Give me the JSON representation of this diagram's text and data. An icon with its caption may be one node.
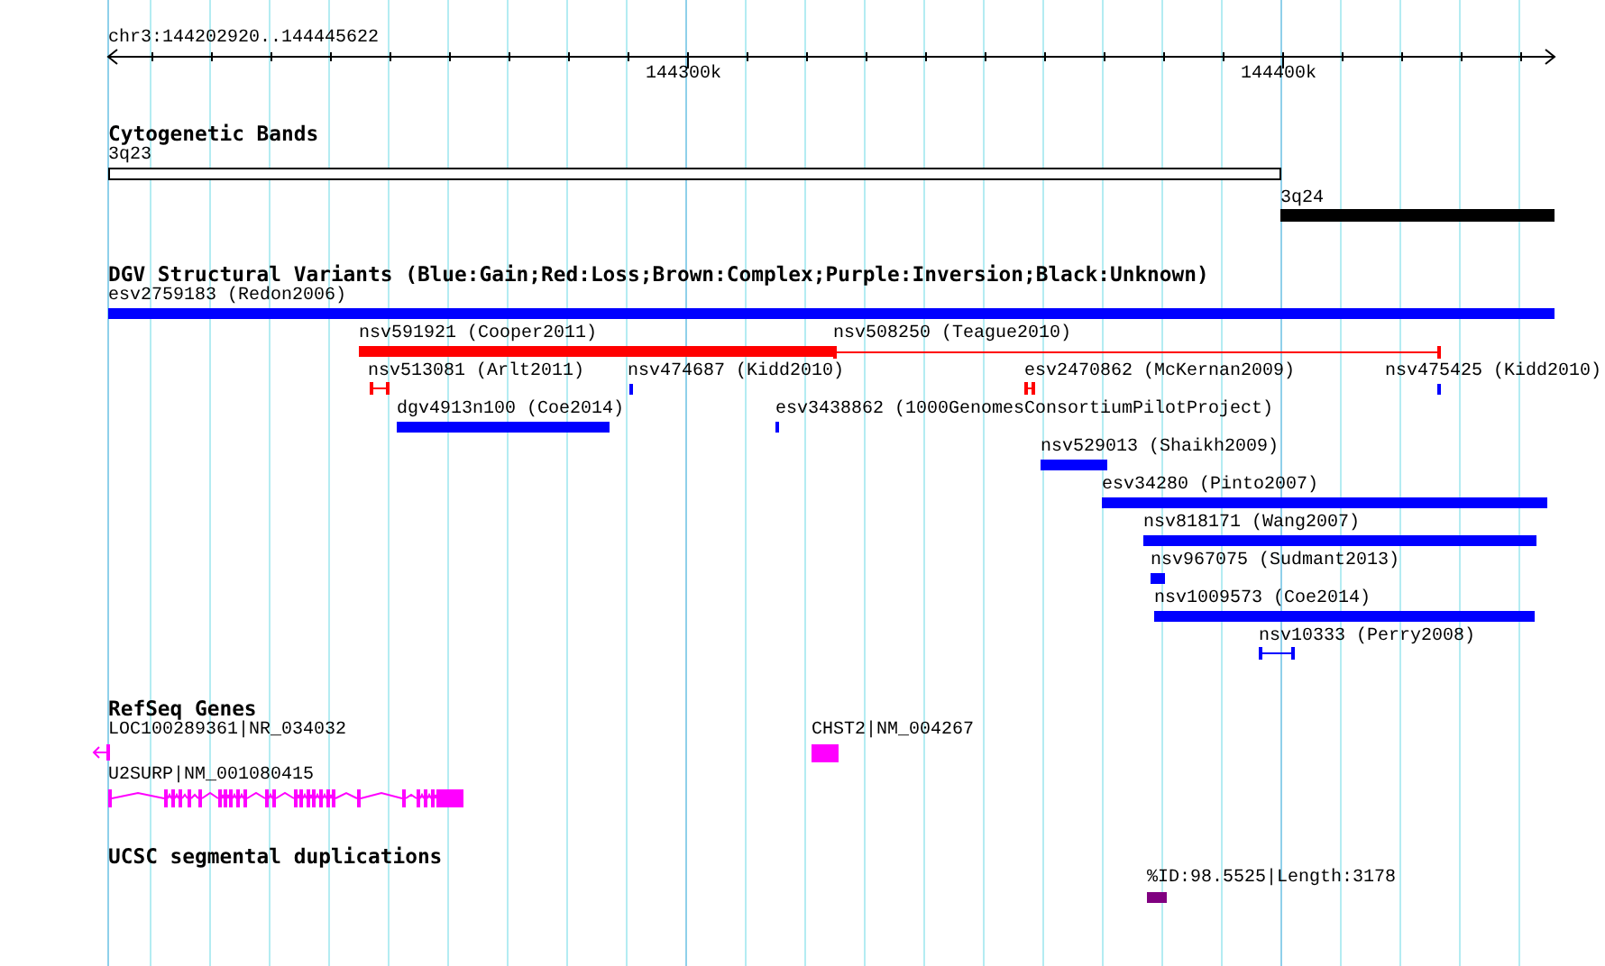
{
  "diagram": {
    "labels": [
      "chr3:144202920..144445622",
      "144300k",
      "144400k",
      "Cytogenetic Bands",
      "3q23",
      "3q24",
      "DGV Structural Variants (Blue:Gain;Red:Loss;Brown:Complex;Purple:Inversion;Black:Unknown)",
      "esv2759183 (Redon2006)",
      "nsv591921 (Cooper2011)",
      "nsv508250 (Teague2010)",
      "nsv513081 (Arlt2011)",
      "nsv474687 (Kidd2010)",
      "esv2470862 (McKernan2009)",
      "nsv475425 (Kidd2010)",
      "dgv4913n100 (Coe2014)",
      "esv3438862 (1000GenomesConsortiumPilotProject)",
      "nsv529013 (Shaikh2009)",
      "esv34280 (Pinto2007)",
      "nsv818171 (Wang2007)",
      "nsv967075 (Sudmant2013)",
      "nsv1009573 (Coe2014)",
      "nsv10333 (Perry2008)",
      "RefSeq Genes",
      "LOC100289361|NR_034032",
      "CHST2|NM_004267",
      "U2SURP|NM_001080415",
      "UCSC segmental duplications",
      "%ID:98.5525|Length:3178"
    ]
  }
}
